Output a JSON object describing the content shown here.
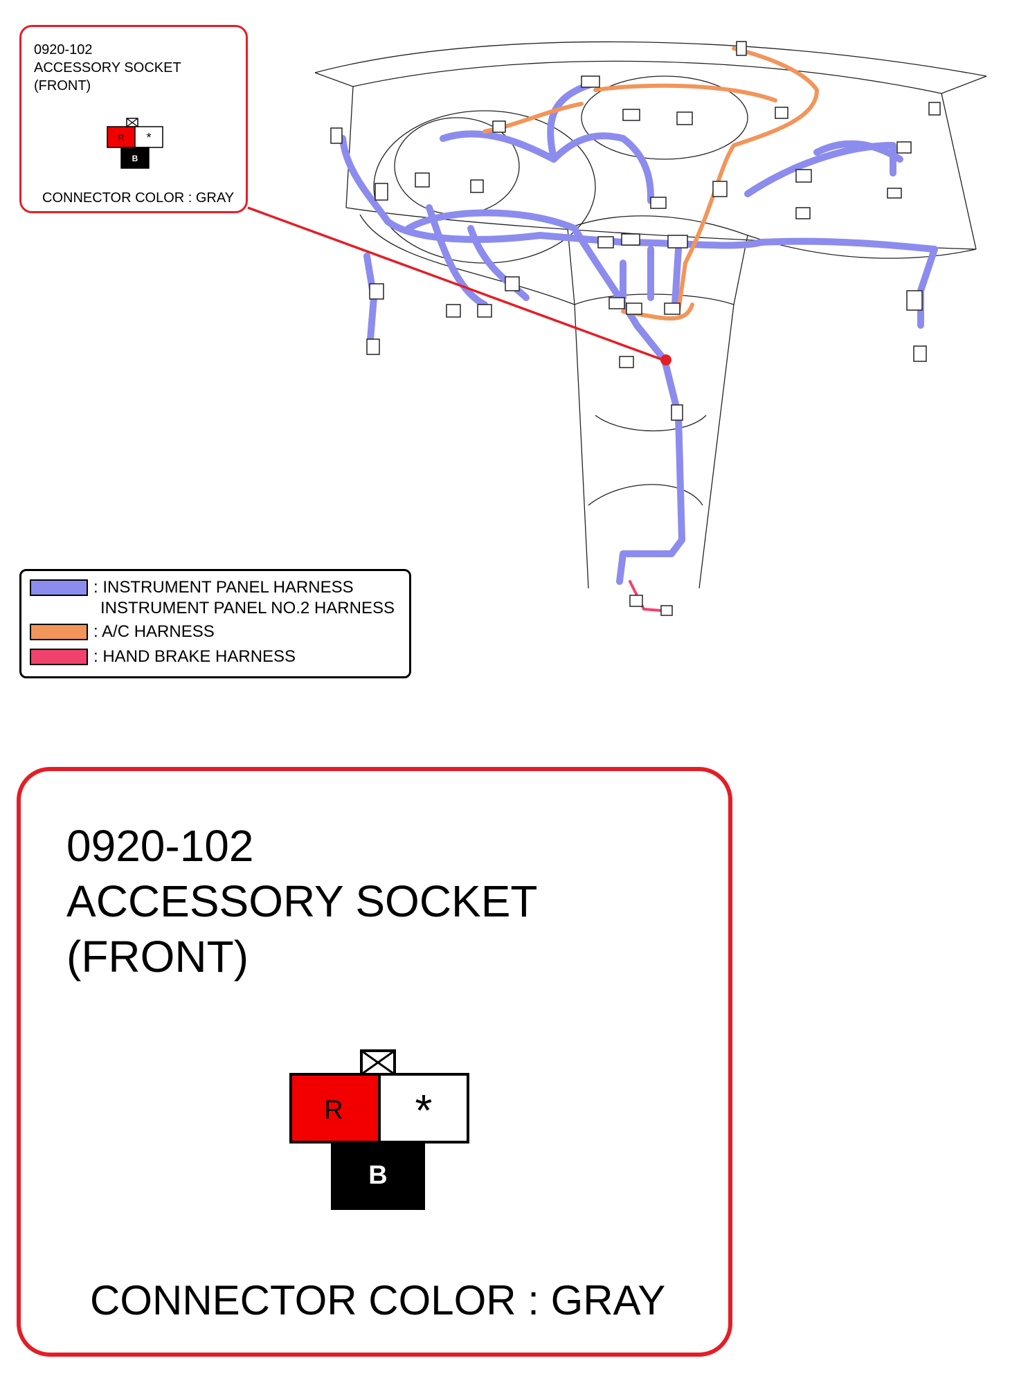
{
  "connector": {
    "code": "0920-102",
    "name_line1": "ACCESSORY SOCKET",
    "name_line2": "(FRONT)",
    "color_label": "CONNECTOR COLOR : GRAY",
    "pins": [
      {
        "id": "pin-left",
        "label": "R",
        "fill": "#f20000"
      },
      {
        "id": "pin-right",
        "label": "*",
        "fill": "#ffffff"
      },
      {
        "id": "pin-bottom",
        "label": "B",
        "fill": "#000000"
      }
    ]
  },
  "legend": {
    "items": [
      {
        "label": ": INSTRUMENT PANEL HARNESS",
        "label2": "INSTRUMENT PANEL NO.2 HARNESS",
        "color": "#8c8cee"
      },
      {
        "label": ": A/C HARNESS",
        "color": "#f2955a"
      },
      {
        "label": ": HAND BRAKE HARNESS",
        "color": "#f0426d"
      }
    ]
  },
  "colors": {
    "callout_border": "#e41e26",
    "harness_blue": "#8c8cee",
    "harness_orange": "#f2955a",
    "harness_pink": "#f0426d"
  }
}
